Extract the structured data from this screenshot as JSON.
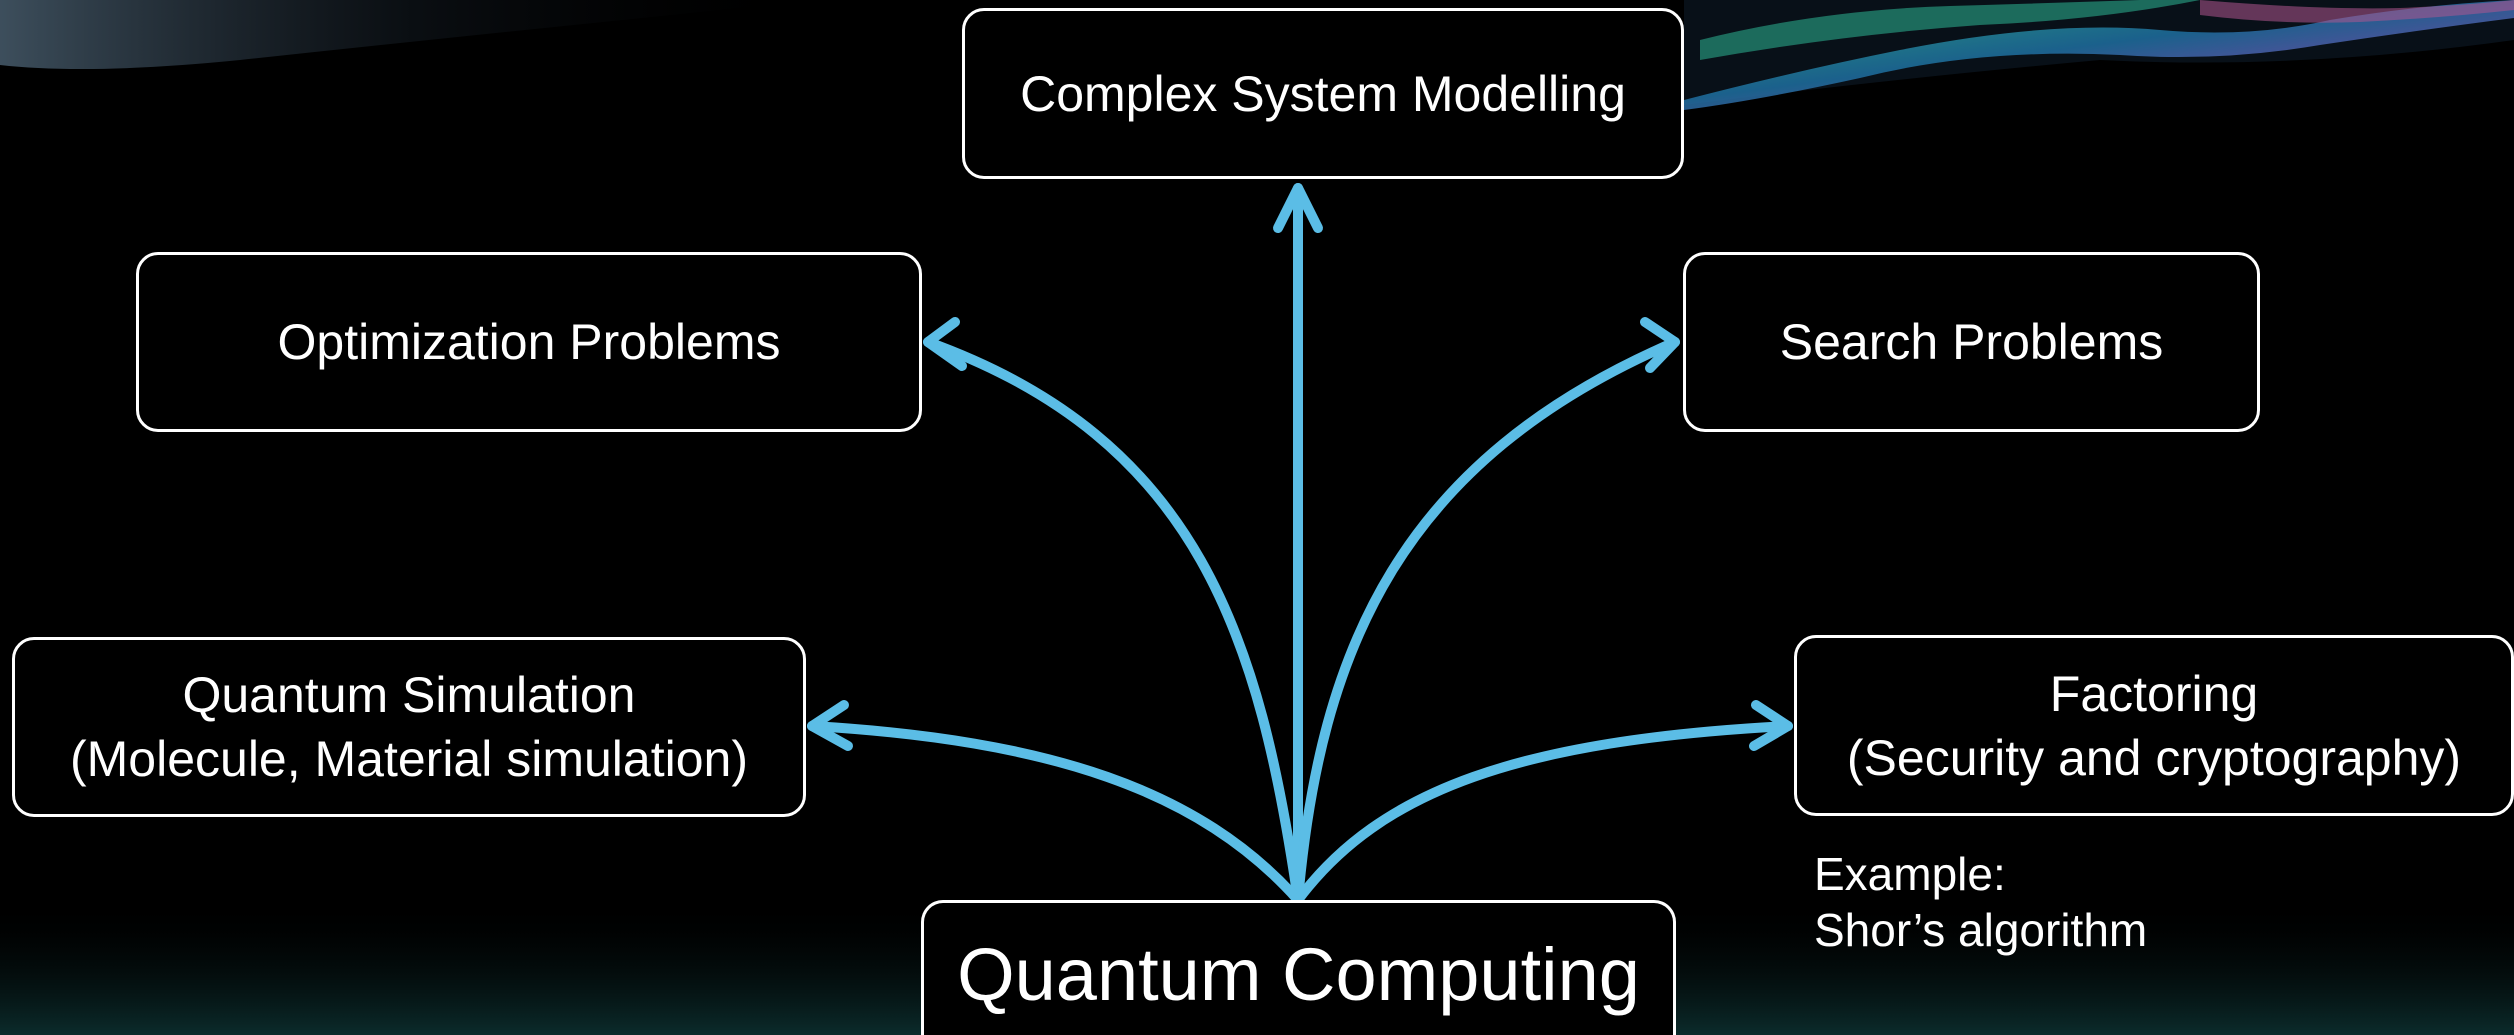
{
  "diagram": {
    "center": {
      "label": "Quantum Computing"
    },
    "applications": {
      "complex": {
        "label": "Complex System Modelling"
      },
      "optimization": {
        "label": "Optimization Problems"
      },
      "search": {
        "label": "Search Problems"
      },
      "simulation": {
        "line1": "Quantum Simulation",
        "line2": "(Molecule, Material simulation)"
      },
      "factoring": {
        "line1": "Factoring",
        "line2": "(Security and cryptography)"
      }
    },
    "note": {
      "line1": "Example:",
      "line2": "Shor’s algorithm"
    }
  },
  "colors": {
    "background": "#000000",
    "arrow": "#5bbde6",
    "box_border": "#ffffff",
    "text": "#ffffff"
  }
}
